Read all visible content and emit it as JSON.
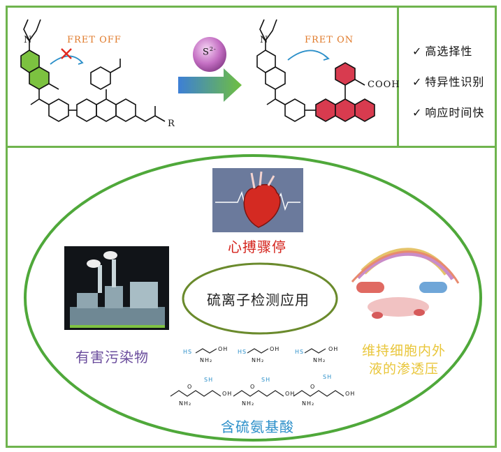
{
  "top": {
    "fret_off": "FRET OFF",
    "fret_on": "FRET ON",
    "sulfide_ion": "S",
    "sulfide_charge": "2-",
    "n_left": "N",
    "n_right": "N",
    "cooh": "COOH",
    "r_group": "R"
  },
  "features": [
    {
      "tick": "✓",
      "text": "高选择性"
    },
    {
      "tick": "✓",
      "text": "特异性识别"
    },
    {
      "tick": "✓",
      "text": "响应时间快"
    }
  ],
  "center_label": "硫离子检测应用",
  "applications": {
    "cardiac": "心搏骤停",
    "pollutant": "有害污染物",
    "osmotic_line1": "维持细胞内外",
    "osmotic_line2": "液的渗透压",
    "amino": "含硫氨基酸"
  },
  "molecules": {
    "hs": "HS",
    "oh": "OH",
    "nh2": "NH₂",
    "sh": "SH",
    "o": "O"
  },
  "colors": {
    "frame": "#6fb44e",
    "ellipse": "#4fa83a",
    "fret": "#e07a2a",
    "cardiac": "#d4231c",
    "pollutant": "#6a4c9c",
    "osmotic": "#e9c63a",
    "amino": "#2b8fc9",
    "coumarin": "#7cc240",
    "xanthene": "#d83b4f"
  }
}
